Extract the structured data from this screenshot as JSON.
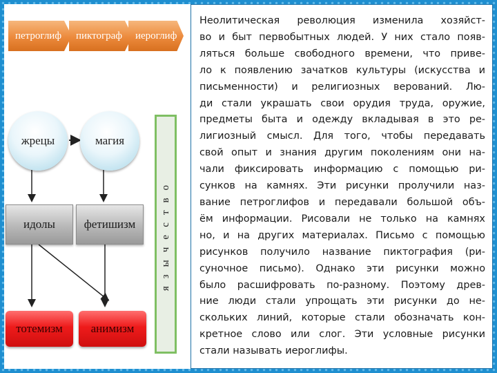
{
  "top_row": [
    "петроглиф",
    "пиктограф",
    "иероглиф"
  ],
  "circles": [
    "жрецы",
    "магия"
  ],
  "gray_boxes": [
    "идолы",
    "фетишизм"
  ],
  "red_boxes": [
    "тотемизм",
    "анимизм"
  ],
  "side_label": "язычество",
  "colors": {
    "background": "#1f8fd0",
    "arrow_box": "#ec8a3c",
    "red_box": "#ee1b1b",
    "side_border": "#7fbf63"
  },
  "text_lines": [
    "Неолитическая революция  изменила хозяйст-",
    "во и быт первобытных людей. У них стало появ-",
    "ляться больше свободного времени, что приве-",
    "ло к появлению зачатков культуры (искусства и",
    "письменности) и религиозных верований. Лю-",
    "ди стали украшать свои орудия труда, оружие,",
    "предметы быта и одежду вкладывая в это ре-",
    "лигиозный смысл. Для того, чтобы передавать",
    "свой опыт и знания другим поколениям они на-",
    "чали фиксировать информацию с помощью ри-",
    "сунков на камнях. Эти рисунки пролучили наз-",
    "вание петроглифов и передавали большой объ-",
    "ём информации. Рисовали не только на камнях",
    "но, и на других материалах. Письмо с помощью",
    "рисунков получило название пиктография (ри-",
    "суночное письмо). Однако эти рисунки можно",
    "было расшифровать по-разному. Поэтому древ-",
    "ние люди стали упрощать эти рисунки до не-",
    "скольких линий, которые стали обозначать кон-",
    "кретное слово или слог. Эти условные рисунки",
    "стали называть иероглифы."
  ]
}
